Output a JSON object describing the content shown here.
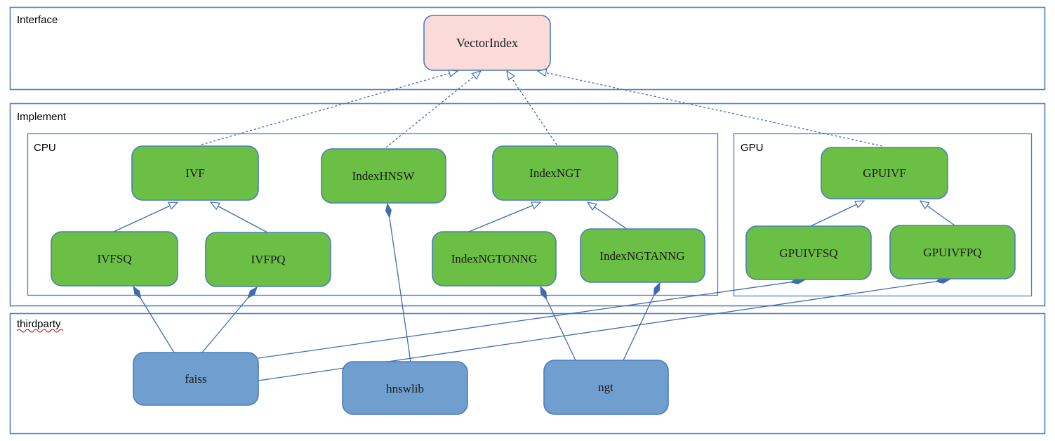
{
  "containers": {
    "interface": {
      "label": "Interface"
    },
    "implement": {
      "label": "Implement"
    },
    "cpu": {
      "label": "CPU"
    },
    "gpu": {
      "label": "GPU"
    },
    "thirdparty": {
      "label": "thirdparty",
      "spellcheck_underline": true
    }
  },
  "nodes": {
    "vectorindex": {
      "label": "VectorIndex",
      "fill": "#fadbd9"
    },
    "ivf": {
      "label": "IVF",
      "fill": "#6bbf44"
    },
    "indexhnsw": {
      "label": "IndexHNSW",
      "fill": "#6bbf44"
    },
    "indexngt": {
      "label": "IndexNGT",
      "fill": "#6bbf44"
    },
    "gpuivf": {
      "label": "GPUIVF",
      "fill": "#6bbf44"
    },
    "ivfsq": {
      "label": "IVFSQ",
      "fill": "#6bbf44"
    },
    "ivfpq": {
      "label": "IVFPQ",
      "fill": "#6bbf44"
    },
    "indexngtonng": {
      "label": "IndexNGTONNG",
      "fill": "#6bbf44"
    },
    "indexngtanng": {
      "label": "IndexNGTANNG",
      "fill": "#6bbf44"
    },
    "gpuivfsq": {
      "label": "GPUIVFSQ",
      "fill": "#6bbf44"
    },
    "gpuivfpq": {
      "label": "GPUIVFPQ",
      "fill": "#6bbf44"
    },
    "faiss": {
      "label": "faiss",
      "fill": "#6f9ecf"
    },
    "hnswlib": {
      "label": "hnswlib",
      "fill": "#6f9ecf"
    },
    "ngt": {
      "label": "ngt",
      "fill": "#6f9ecf"
    }
  },
  "colors": {
    "edge": "#3f6cb0",
    "node_border": "#4a7ebb",
    "container_border": "#4f81bd",
    "spellcheck": "#cc2222",
    "node_green": "#6bbf44",
    "node_blue": "#6f9ecf",
    "node_pink": "#fadbd9"
  },
  "edges": [
    {
      "from": "IVF",
      "to": "VectorIndex",
      "type": "realization"
    },
    {
      "from": "IndexHNSW",
      "to": "VectorIndex",
      "type": "realization"
    },
    {
      "from": "IndexNGT",
      "to": "VectorIndex",
      "type": "realization"
    },
    {
      "from": "GPUIVF",
      "to": "VectorIndex",
      "type": "realization"
    },
    {
      "from": "IVFSQ",
      "to": "IVF",
      "type": "inheritance"
    },
    {
      "from": "IVFPQ",
      "to": "IVF",
      "type": "inheritance"
    },
    {
      "from": "IndexNGTONNG",
      "to": "IndexNGT",
      "type": "inheritance"
    },
    {
      "from": "IndexNGTANNG",
      "to": "IndexNGT",
      "type": "inheritance"
    },
    {
      "from": "GPUIVFSQ",
      "to": "GPUIVF",
      "type": "inheritance"
    },
    {
      "from": "GPUIVFPQ",
      "to": "GPUIVF",
      "type": "inheritance"
    },
    {
      "from": "faiss",
      "to": "IVFSQ",
      "type": "composition"
    },
    {
      "from": "faiss",
      "to": "IVFPQ",
      "type": "composition"
    },
    {
      "from": "faiss",
      "to": "GPUIVFSQ",
      "type": "composition"
    },
    {
      "from": "faiss",
      "to": "GPUIVFPQ",
      "type": "composition"
    },
    {
      "from": "hnswlib",
      "to": "IndexHNSW",
      "type": "composition"
    },
    {
      "from": "ngt",
      "to": "IndexNGTONNG",
      "type": "composition"
    },
    {
      "from": "ngt",
      "to": "IndexNGTANNG",
      "type": "composition"
    }
  ]
}
